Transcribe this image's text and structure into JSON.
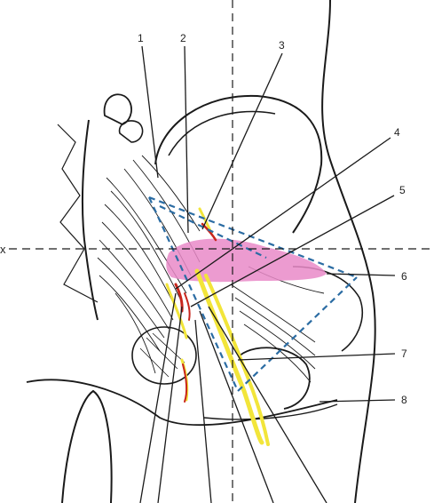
{
  "figure": {
    "axis_label": "x",
    "callouts": [
      {
        "id": "1",
        "label": "1"
      },
      {
        "id": "2",
        "label": "2"
      },
      {
        "id": "3",
        "label": "3"
      },
      {
        "id": "4",
        "label": "4"
      },
      {
        "id": "5",
        "label": "5"
      },
      {
        "id": "6",
        "label": "6"
      },
      {
        "id": "7",
        "label": "7"
      },
      {
        "id": "8",
        "label": "8"
      }
    ]
  },
  "colors": {
    "outline": "#1a1a1a",
    "guide_dashed": "#2b6ca3",
    "highlight_region": "#e98ac8",
    "nerve": "#f2e53a",
    "vessel": "#c8261c"
  }
}
